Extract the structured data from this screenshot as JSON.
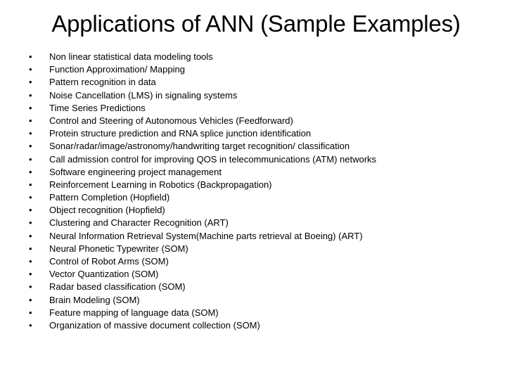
{
  "slide": {
    "title": "Applications of ANN (Sample Examples)",
    "bullet_symbol": "•",
    "items": [
      "Non linear statistical  data modeling tools",
      "Function Approximation/ Mapping",
      "Pattern recognition in data",
      "Noise Cancellation (LMS) in signaling systems",
      "Time Series Predictions",
      "Control and Steering of Autonomous Vehicles (Feedforward)",
      "Protein structure prediction and RNA splice junction identification",
      "Sonar/radar/image/astronomy/handwriting target recognition/ classification",
      "Call admission control for improving QOS in telecommunications (ATM) networks",
      "Software engineering project management",
      "Reinforcement Learning in Robotics (Backpropagation)",
      "Pattern Completion (Hopfield)",
      "Object recognition (Hopfield)",
      "Clustering and Character Recognition (ART)",
      "Neural Information Retrieval System(Machine parts retrieval at Boeing) (ART)",
      "Neural Phonetic Typewriter (SOM)",
      "Control of Robot Arms (SOM)",
      "Vector Quantization (SOM)",
      "Radar based classification (SOM)",
      "Brain Modeling (SOM)",
      "Feature mapping of language data (SOM)",
      "Organization of massive document collection (SOM)"
    ]
  }
}
